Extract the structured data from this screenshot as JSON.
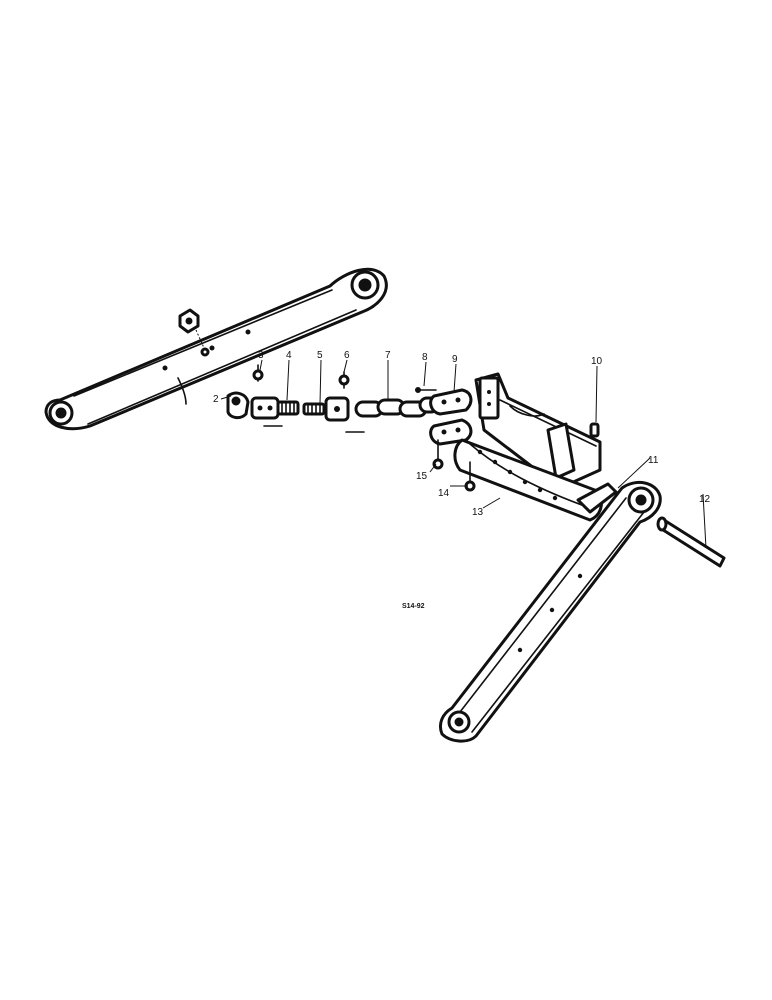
{
  "diagram": {
    "callouts": [
      "2",
      "3",
      "4",
      "5",
      "6",
      "7",
      "8",
      "9",
      "10",
      "11",
      "12",
      "13",
      "14",
      "15"
    ],
    "figure_ref": "S14-92"
  }
}
